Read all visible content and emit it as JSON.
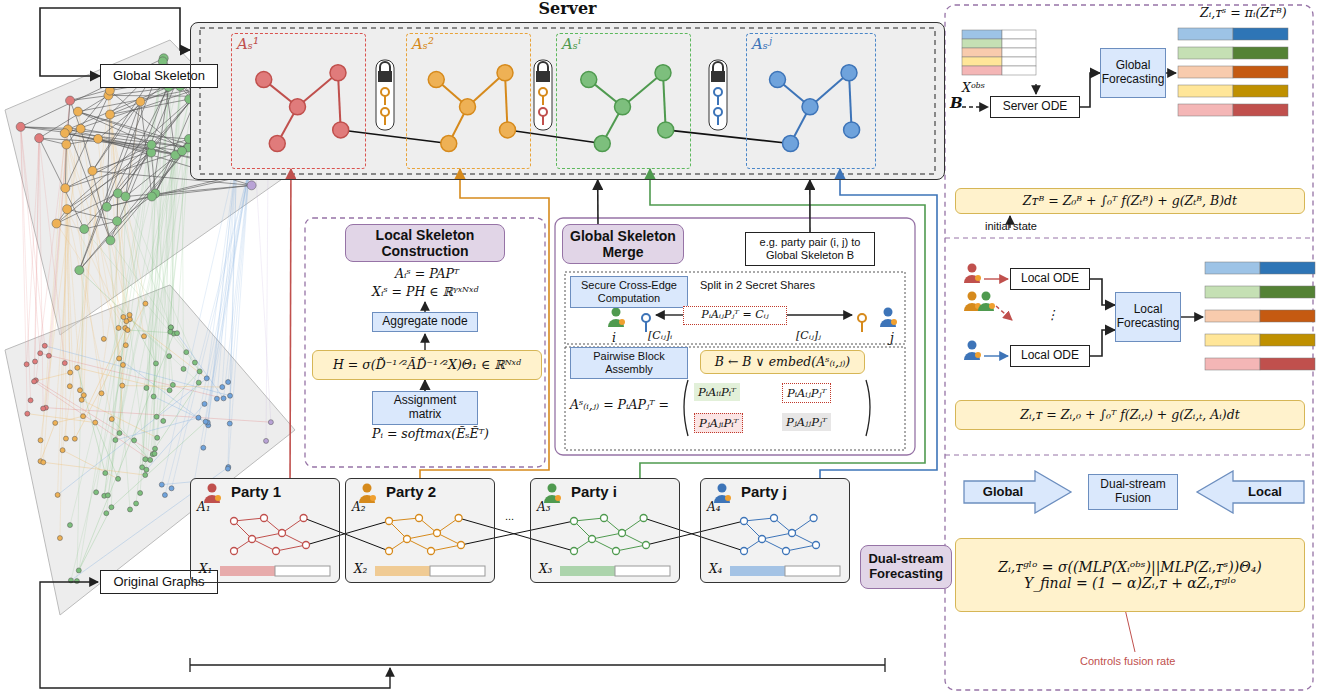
{
  "diagram": {
    "nodes": [
      {
        "text": [
          "Global Skeleton"
        ]
      },
      {
        "text": [
          "Original Graphs"
        ]
      },
      {
        "text": [
          "Server"
        ]
      },
      {
        "text": [
          "Aₛ¹"
        ],
        "in": 2
      },
      {
        "text": [
          "Aₛ²"
        ],
        "in": 2
      },
      {
        "text": [
          "Aₛⁱ"
        ],
        "in": 2
      },
      {
        "text": [
          "Aₛʲ"
        ],
        "in": 2
      },
      {
        "text": [
          "Local Skeleton Construction"
        ]
      },
      {
        "text": [
          "Aggregate node"
        ]
      },
      {
        "text": [
          "H = σ(D̃⁻¹ᐟ²ÃD̃⁻¹ᐟ²X)Θ₁ ∈ ℝᴺˣᵈ"
        ]
      },
      {
        "text": [
          "Assignment matrix"
        ]
      },
      {
        "text": [
          "Global Skeleton Merge"
        ]
      },
      {
        "text": [
          "e.g. party pair (i, j) to Global Skeleton B"
        ]
      },
      {
        "text": [
          "Secure Cross-Edge Computation"
        ]
      },
      {
        "text": [
          "PᵢAᵢⱼPⱼᵀ = Cᵢⱼ"
        ]
      },
      {
        "text": [
          "Pairwise Block Assembly"
        ]
      },
      {
        "text": [
          "B ← B ∨ embed(Aˢ₍ᵢ,ⱼ₎)"
        ]
      },
      {
        "text": [
          "Party 1",
          "A₁",
          "X₁"
        ]
      },
      {
        "text": [
          "Party 2",
          "A₂",
          "X₂"
        ]
      },
      {
        "text": [
          "Party i",
          "A₃",
          "X₃"
        ]
      },
      {
        "text": [
          "Party j",
          "A₄",
          "X₄"
        ]
      },
      {
        "text": [
          "Dual-stream Forecasting"
        ]
      },
      {
        "text": [
          "Server ODE"
        ]
      },
      {
        "text": [
          "Global Forecasting"
        ]
      },
      {
        "text": [
          "Zᴛᴮ = Z₀ᴮ + ∫₀ᵀ f(Zₜᴮ) + g(Zₜᴮ, B)dt"
        ]
      },
      {
        "text": [
          "Local ODE"
        ]
      },
      {
        "text": [
          "Local ODE"
        ]
      },
      {
        "text": [
          "Local Forecasting"
        ]
      },
      {
        "text": [
          "Zᵢ,ᴛ = Zᵢ,₀ + ∫₀ᵀ f(Zᵢ,ₜ) + g(Zᵢ,ₜ, Aᵢ)dt"
        ]
      },
      {
        "text": [
          "Global"
        ]
      },
      {
        "text": [
          "Dual-stream Fusion"
        ]
      },
      {
        "text": [
          "Local"
        ]
      },
      {
        "text": [
          "Zᵢ,ᴛᵍˡᵒ = σ((MLP(Xᵢᵒᵇˢ)||MLP(Zᵢ,ᴛˢ))Θ₄)",
          "Y_final = (1 − α)Zᵢ,ᴛ + αZᵢ,ᴛᵍˡᵒ"
        ]
      }
    ],
    "edges": [
      {
        "from": 0,
        "to": 2,
        "arrow": "both"
      },
      {
        "from": 17,
        "to": 3,
        "arrow": "to"
      },
      {
        "from": 18,
        "to": 4,
        "arrow": "to"
      },
      {
        "from": 19,
        "to": 5,
        "arrow": "to"
      },
      {
        "from": 20,
        "to": 6,
        "arrow": "to"
      },
      {
        "from": 11,
        "to": 2,
        "arrow": "to"
      },
      {
        "from": 12,
        "to": 2,
        "arrow": "to"
      },
      {
        "from": 10,
        "to": 9,
        "arrow": "to"
      },
      {
        "from": 22,
        "to": 23,
        "arrow": "to"
      },
      {
        "from": 25,
        "to": 27,
        "arrow": "to"
      },
      {
        "from": 26,
        "to": 27,
        "arrow": "to"
      }
    ],
    "labels": [
      "Aᵢˢ = PAPᵀ",
      "Xᵢˢ = PH ∈ ℝᵞˣᴺˣᵈ",
      "Pᵢ = softmax(ẼₛẼᵀ)",
      "Split in 2 Secret Shares",
      "i",
      "[Cᵢⱼ]ᵢ",
      "[Cᵢⱼ]ⱼ",
      "j",
      "Aˢ₍ᵢ,ⱼ₎ = PᵢAPⱼᵀ =",
      "PᵢAᵢᵢPᵢᵀ",
      "PᵢAᵢⱼPⱼᵀ",
      "PⱼAⱼᵢPᵢᵀ",
      "PⱼAⱼⱼPⱼᵀ",
      "...",
      "Zᵢ,ᴛˢ = πᵢ(Zᴛᴮ)",
      "Xᵒᵇˢ",
      "B",
      "initial state",
      "⋮",
      "Controls fusion rate"
    ]
  }
}
